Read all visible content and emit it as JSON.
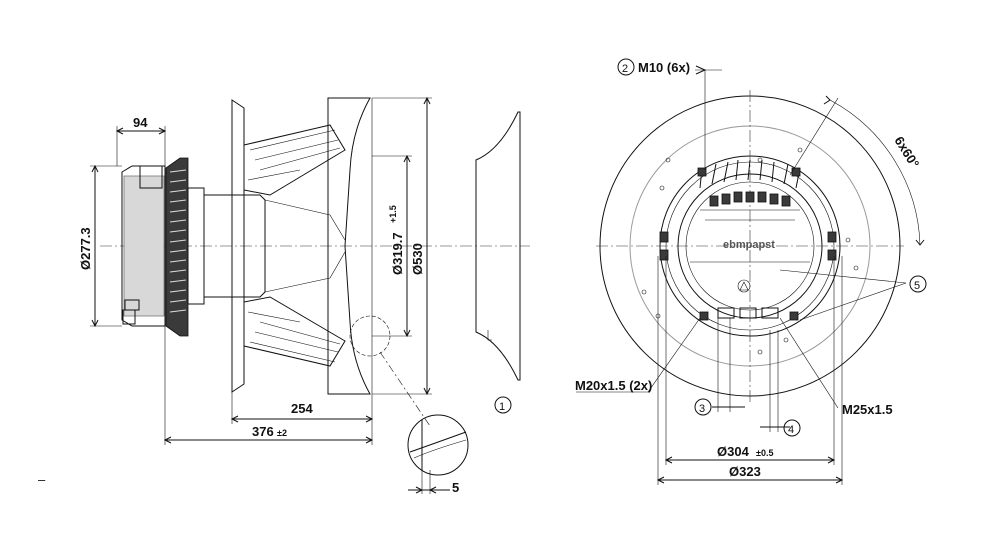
{
  "dimensions": {
    "width_94": "94",
    "dia_277": "Ø277.3",
    "dia_319": "Ø319.7",
    "dia_319_tol": "+1.5",
    "dia_530": "Ø530",
    "len_254": "254",
    "len_376": "376",
    "len_376_tol": "±2",
    "len_5": "5",
    "screw_m10": "M10 (6x)",
    "angle": "6x60°",
    "m20": "M20x1.5 (2x)",
    "m25": "M25x1.5",
    "dia_304": "Ø304",
    "dia_304_tol": "±0.5",
    "dia_323": "Ø323"
  },
  "callouts": {
    "c1": "1",
    "c2": "2",
    "c3": "3",
    "c4": "4",
    "c5": "5"
  },
  "logo": "ebmpapst",
  "marks": {
    "dash": "–"
  }
}
